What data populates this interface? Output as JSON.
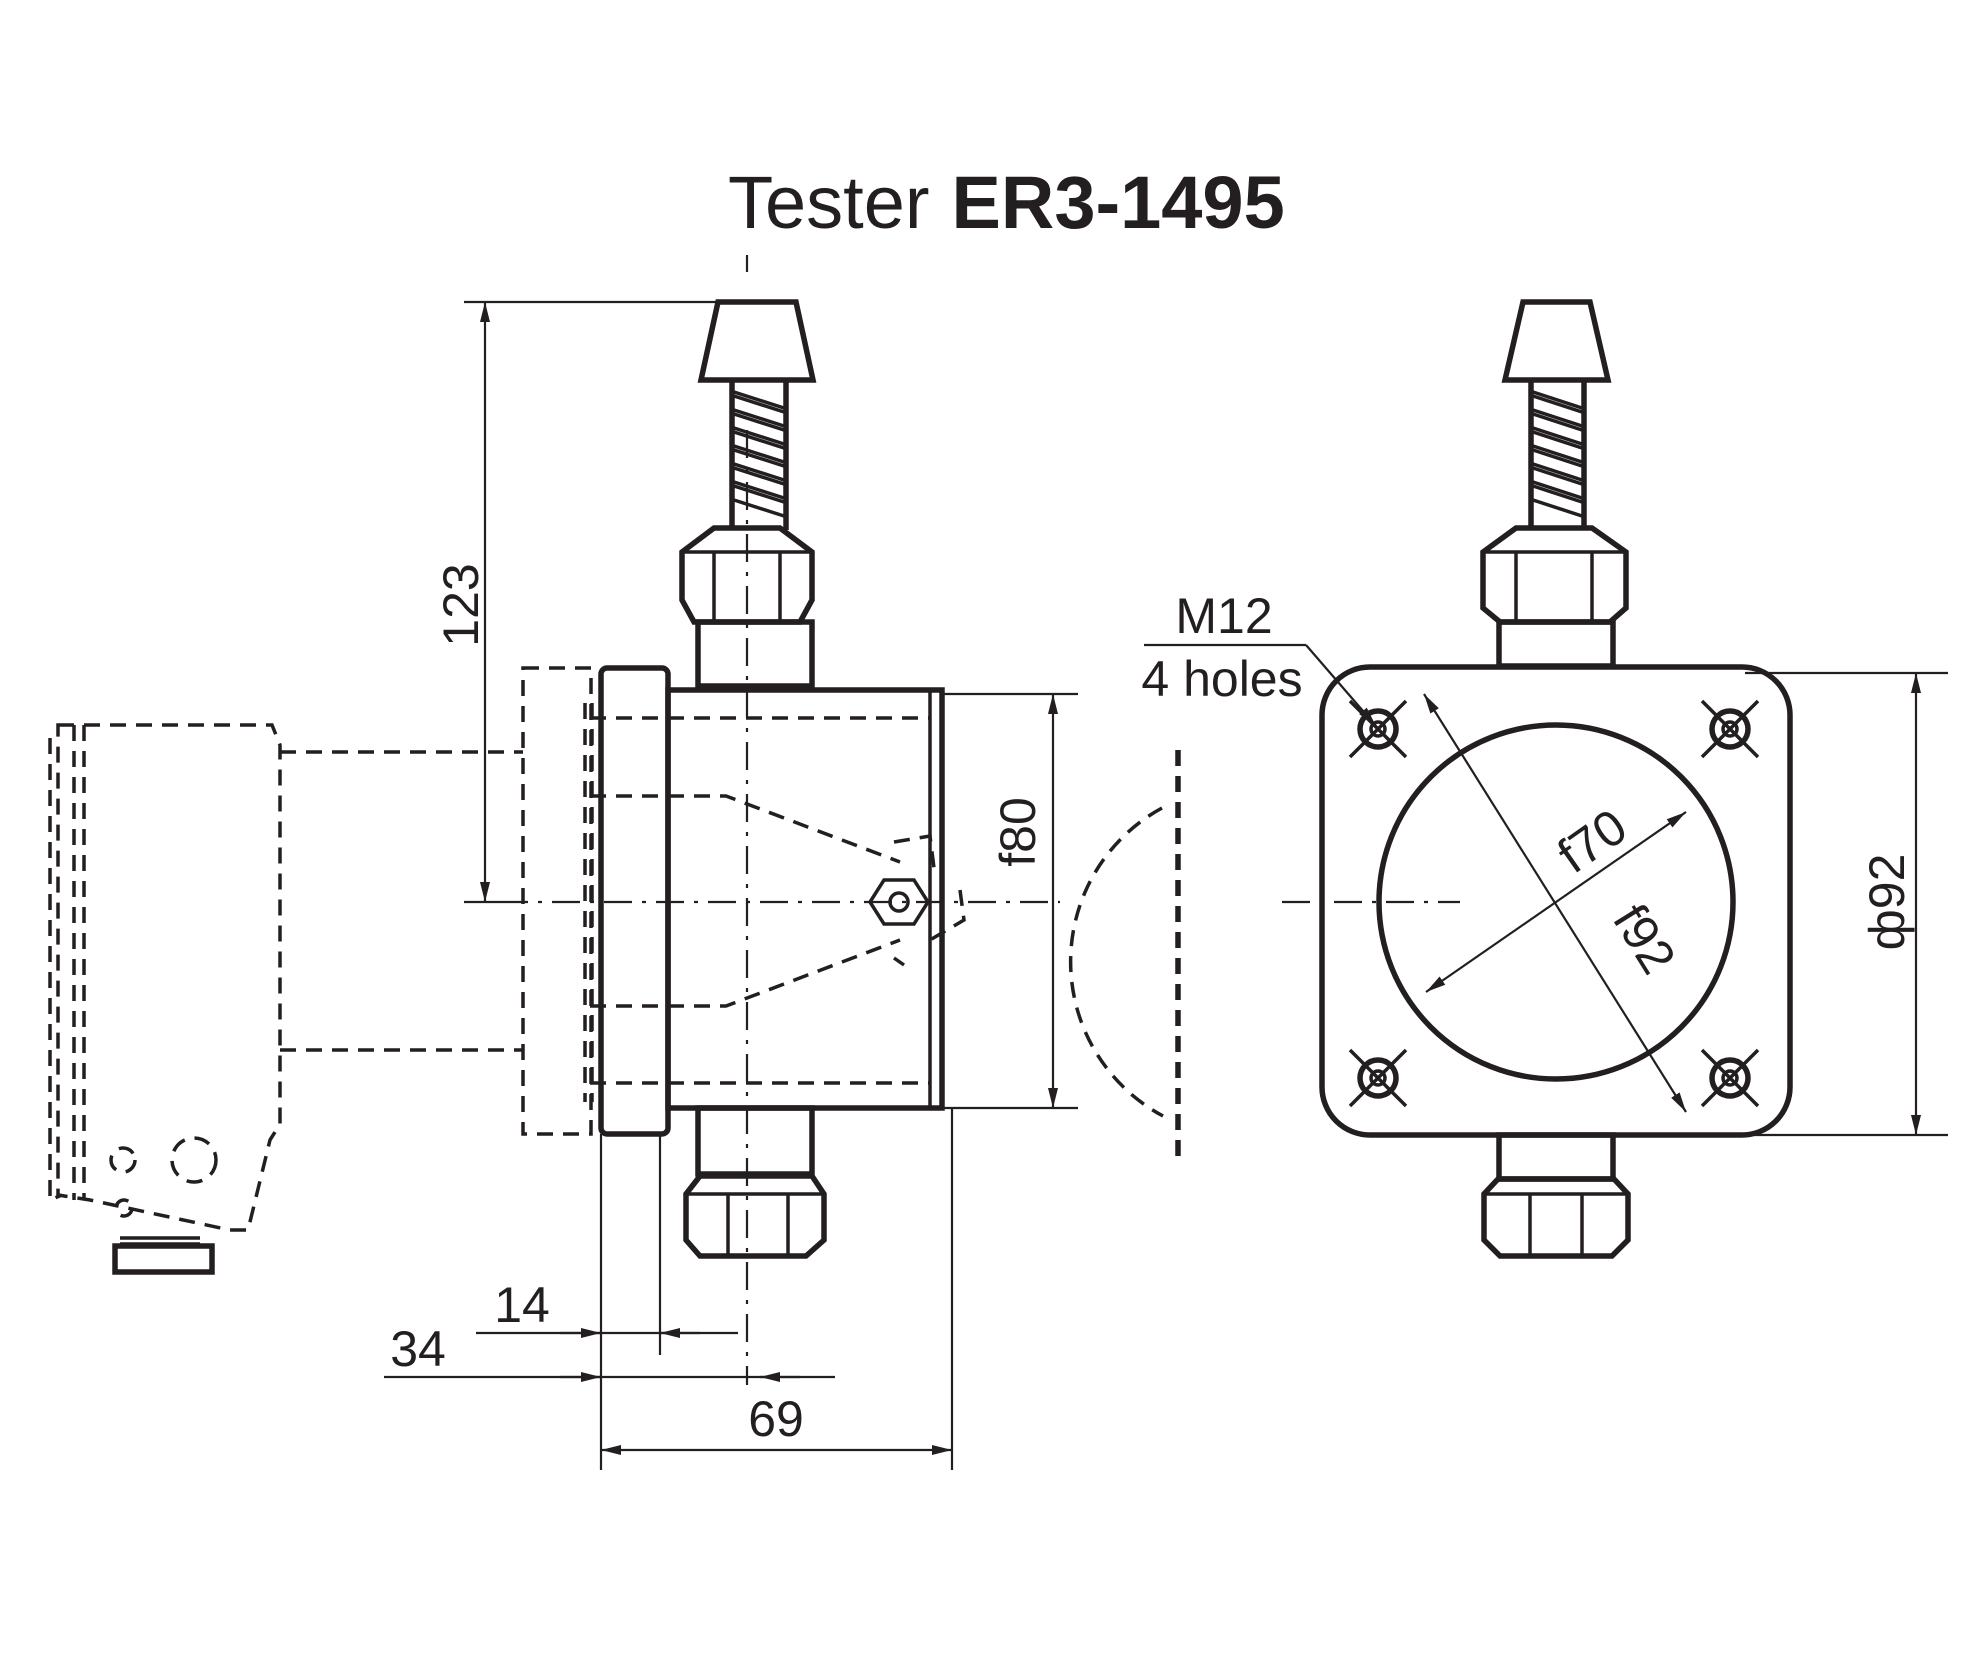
{
  "title": {
    "prefix": "Tester",
    "model": "ER3-1495"
  },
  "dimensions": {
    "height": "123",
    "body_diameter": "f80",
    "flange_thickness": "14",
    "mount_offset": "34",
    "depth": "69",
    "bolt_circle": "f70",
    "flange_diagonal": "f92",
    "flange_width": "ф92"
  },
  "holes": {
    "thread": "M12",
    "count": "4 holes"
  },
  "colors": {
    "line": "#231f20",
    "background": "#ffffff"
  }
}
